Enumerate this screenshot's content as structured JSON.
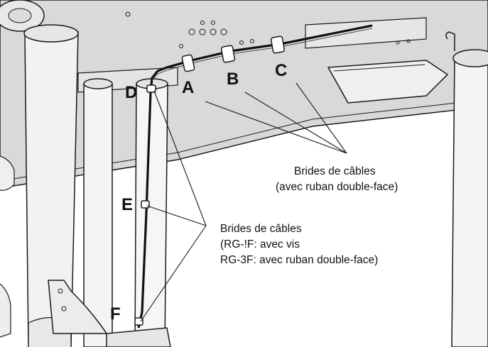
{
  "labels": {
    "a": "A",
    "b": "B",
    "c": "C",
    "d": "D",
    "e": "E",
    "f": "F"
  },
  "callouts": {
    "upper": {
      "line1": "Brides de câbles",
      "line2": "(avec ruban double-face)"
    },
    "lower": {
      "line1": "Brides de câbles",
      "line2": "(RG-!F: avec vis",
      "line3": "RG-3F: avec ruban double-face)"
    }
  },
  "colors": {
    "surface": "#d9d9d9",
    "line": "#1a1a1a",
    "background": "#ffffff"
  }
}
